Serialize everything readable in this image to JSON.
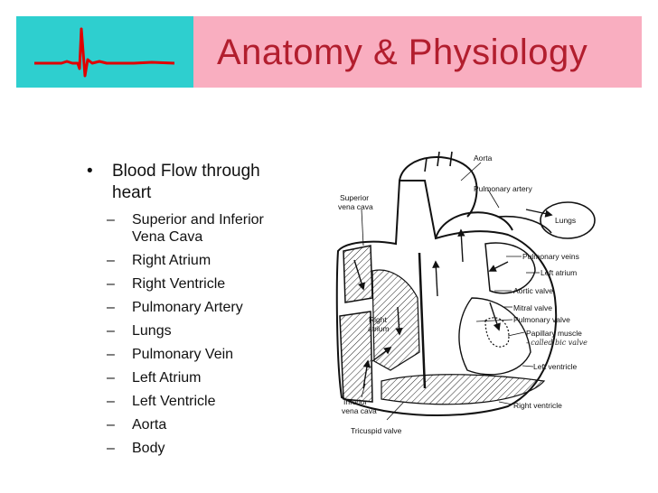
{
  "header": {
    "title": "Anatomy & Physiology",
    "logo_color": "#2ecfcf",
    "title_bg_color": "#f9aec0",
    "title_text_color": "#b21e2e",
    "ecg_color": "#e00000"
  },
  "content": {
    "bullet_marker": "•",
    "dash_marker": "–",
    "main_bullet": "Blood Flow through heart",
    "sub_items": [
      "Superior and Inferior Vena Cava",
      "Right Atrium",
      "Right Ventricle",
      "Pulmonary Artery",
      "Lungs",
      "Pulmonary Vein",
      "Left Atrium",
      "Left Ventricle",
      "Aorta",
      "Body"
    ]
  },
  "diagram": {
    "labels": {
      "aorta": "Aorta",
      "pulmonary_artery": "Pulmonary artery",
      "superior": "Superior",
      "vena_cava_1": "vena cava",
      "lungs": "Lungs",
      "pulmonary_veins": "Pulmonary veins",
      "left_atrium": "Left atrium",
      "aortic_valve": "Aortic valve",
      "mitral_valve": "Mitral valve",
      "pulmonary_valve": "Pulmonary valve",
      "papillary_muscle": "Papillary muscle",
      "handwritten_note": "- called bic valve",
      "right": "Right",
      "atrium": "atrium",
      "left_ventricle": "Left ventricle",
      "inferior": "Inferior",
      "vena_cava_2": "vena cava",
      "right_ventricle": "Right ventricle",
      "tricuspid_valve": "Tricuspid valve"
    }
  }
}
